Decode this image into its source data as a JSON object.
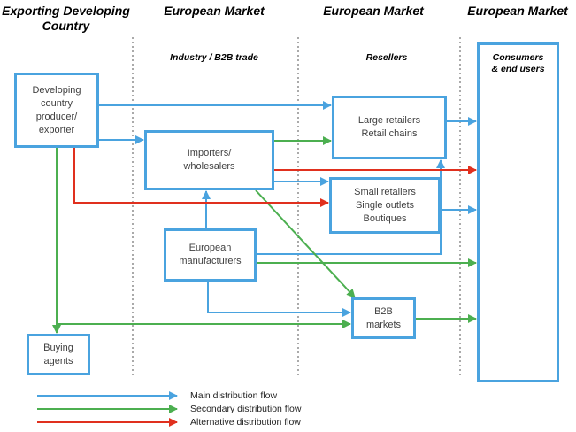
{
  "headers": {
    "exporting": "Exporting Developing\nCountry",
    "market1": "European Market",
    "market2": "European Market",
    "market3": "European Market"
  },
  "subheaders": {
    "industry": "Industry / B2B trade",
    "resellers": "Resellers"
  },
  "boxes": {
    "producer": "Developing\ncountry\nproducer/\nexporter",
    "importers": "Importers/\nwholesalers",
    "large_retailers": "Large retailers\nRetail chains",
    "small_retailers": "Small retailers\nSingle outlets\nBoutiques",
    "eu_manufacturers": "European\nmanufacturers",
    "b2b": "B2B\nmarkets",
    "buying_agents": "Buying\nagents",
    "consumers": "Consumers\n& end users"
  },
  "legend": {
    "main": "Main distribution flow",
    "secondary": "Secondary distribution flow",
    "alternative": "Alternative distribution flow"
  },
  "colors": {
    "main": "#4aa3df",
    "secondary": "#4caf50",
    "alternative": "#e0301e",
    "box_border": "#4aa3df"
  }
}
